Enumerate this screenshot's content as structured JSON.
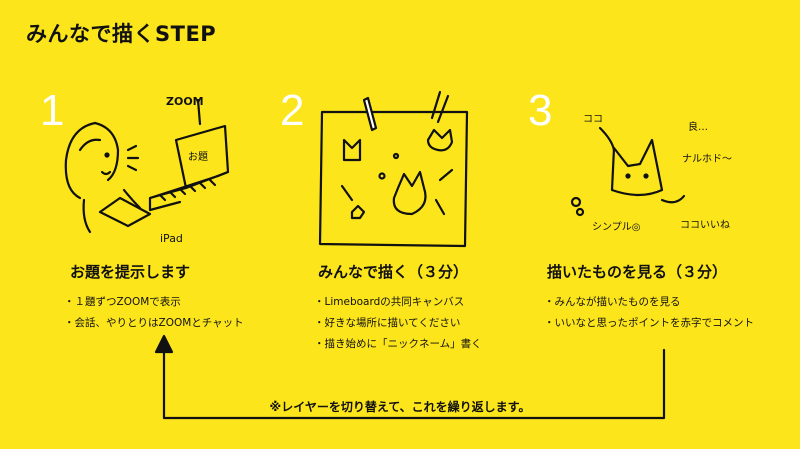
{
  "title": "みんなで描くSTEP",
  "steps": [
    {
      "number": "1",
      "heading": "お題を提示します",
      "bullets": [
        "１題ずつZOOMで表示",
        "会話、やりとりはZOOMとチャット"
      ],
      "sketch_labels": {
        "zoom": "ZOOM",
        "ipad": "iPad",
        "odai": "お題"
      }
    },
    {
      "number": "2",
      "heading": "みんなで描く（３分）",
      "bullets": [
        "Limeboardの共同キャンバス",
        "好きな場所に描いてください",
        "描き始めに「ニックネーム」書く"
      ]
    },
    {
      "number": "3",
      "heading": "描いたものを見る（３分）",
      "bullets": [
        "みんなが描いたものを見る",
        "いいなと思ったポイントを赤字でコメント"
      ],
      "sketch_labels": {
        "koko1": "ココ",
        "ii": "良…",
        "naruhodo": "ナルホド〜",
        "koko2": "ココいいね",
        "simple": "シンプル◎"
      }
    }
  ],
  "footer": "※レイヤーを切り替えて、これを繰り返します。",
  "colors": {
    "background": "#FCE51B",
    "step_number": "#FFFFFF",
    "ink": "#111111"
  }
}
